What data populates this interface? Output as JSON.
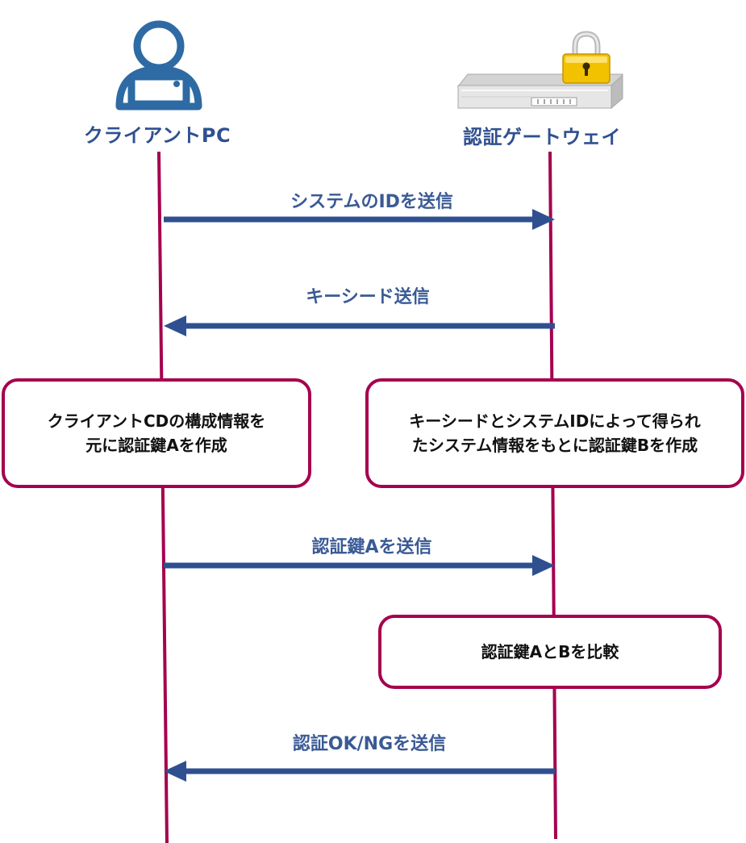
{
  "actors": {
    "client": {
      "label": "クライアントPC",
      "icon": "user-laptop-icon"
    },
    "gateway": {
      "label": "認証ゲートウェイ",
      "icon": "locked-gateway-icon"
    }
  },
  "messages": [
    {
      "label": "システムのIDを送信",
      "from": "client",
      "to": "gateway"
    },
    {
      "label": "キーシード送信",
      "from": "gateway",
      "to": "client"
    },
    {
      "label": "認証鍵Aを送信",
      "from": "client",
      "to": "gateway"
    },
    {
      "label": "認証OK/NGを送信",
      "from": "gateway",
      "to": "client"
    }
  ],
  "notes": [
    {
      "text": "クライアントCDの構成情報を\n元に認証鍵Aを作成",
      "actor": "client"
    },
    {
      "text": "キーシードとシステムIDによって得られ\nたシステム情報をもとに認証鍵Bを作成",
      "actor": "gateway"
    },
    {
      "text": "認証鍵AとBを比較",
      "actor": "gateway"
    }
  ],
  "colors": {
    "lifeline": "#a5004e",
    "arrow": "#2f5090",
    "icon_blue": "#2e6aa4",
    "lock_gold": "#f2c200"
  }
}
